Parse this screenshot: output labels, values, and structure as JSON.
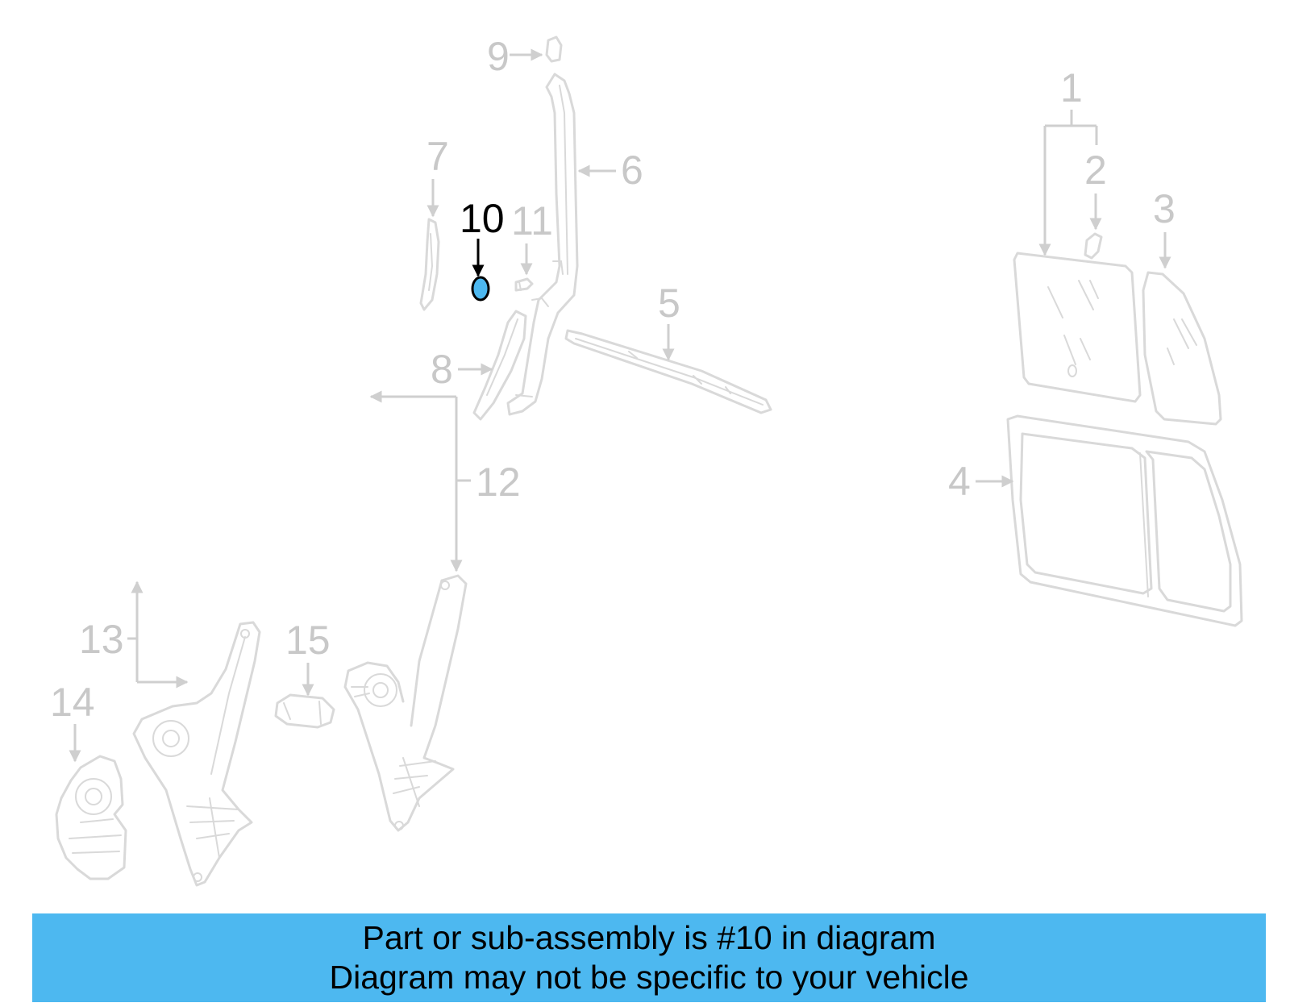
{
  "colors": {
    "highlight": "#4db8f0",
    "banner_background": "#4db8f0",
    "part_line": "#d9d9d9",
    "callout_text": "#c8c8c8",
    "callout_highlight_text": "#000000"
  },
  "callouts": {
    "c1": "1",
    "c2": "2",
    "c3": "3",
    "c4": "4",
    "c5": "5",
    "c6": "6",
    "c7": "7",
    "c8": "8",
    "c9": "9",
    "c10": "10",
    "c11": "11",
    "c12": "12",
    "c13": "13",
    "c14": "14",
    "c15": "15"
  },
  "highlighted_part": "10",
  "banner": {
    "line1": "Part or sub-assembly is #10 in diagram",
    "line2": "Diagram may not be specific to your vehicle"
  }
}
